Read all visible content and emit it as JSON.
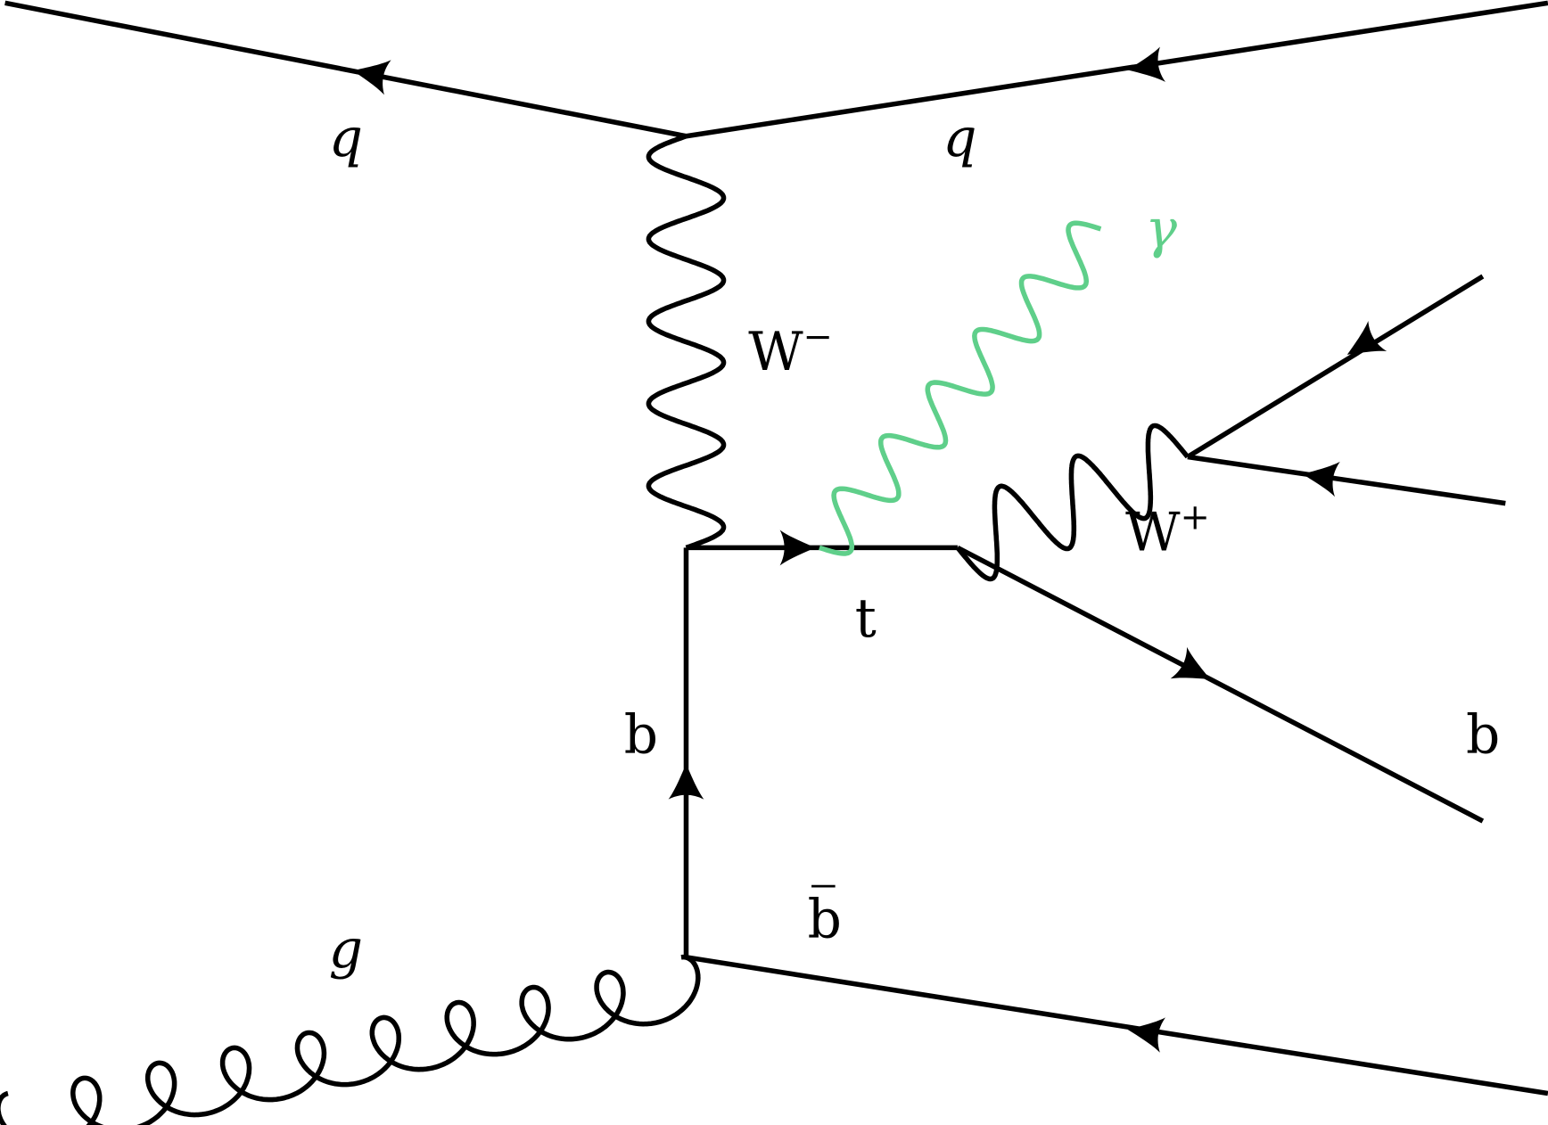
{
  "title": "Feynman diagram: tW photon production",
  "colors": {
    "line": "#000000",
    "photon": "#5fcf8a"
  },
  "labels": {
    "q_left": "q",
    "q_right": "q",
    "w_minus": "W",
    "w_minus_sup": "−",
    "gamma": "γ",
    "top": "t",
    "w_plus": "W",
    "w_plus_sup": "+",
    "b_internal": "b",
    "b_out": "b",
    "b_bar": "b",
    "gluon": "g"
  }
}
